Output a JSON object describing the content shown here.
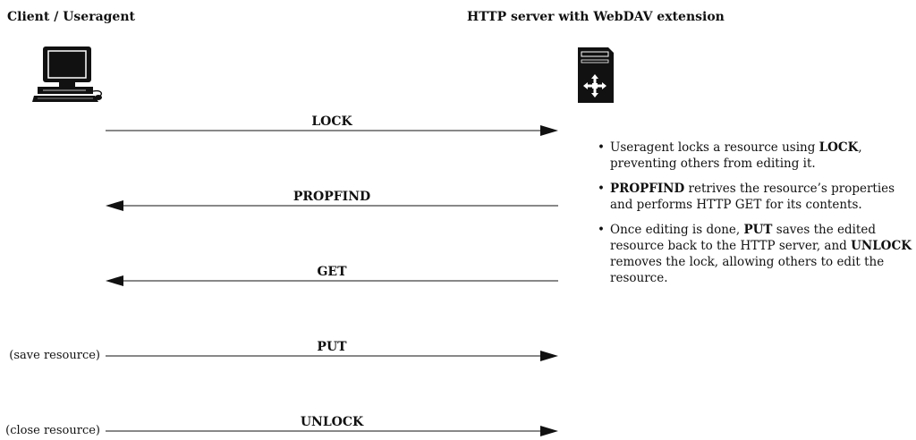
{
  "actors": {
    "client": "Client / Useragent",
    "server": "HTTP server with WebDAV extension"
  },
  "icons": {
    "client": "desktop-computer-icon",
    "server": "server-tower-icon"
  },
  "messages": [
    {
      "label": "LOCK",
      "direction": "client-to-server",
      "side_note": ""
    },
    {
      "label": "PROPFIND",
      "direction": "server-to-client",
      "side_note": ""
    },
    {
      "label": "GET",
      "direction": "server-to-client",
      "side_note": ""
    },
    {
      "label": "PUT",
      "direction": "client-to-server",
      "side_note": "(save resource)"
    },
    {
      "label": "UNLOCK",
      "direction": "client-to-server",
      "side_note": "(close resource)"
    }
  ],
  "notes": [
    {
      "parts": [
        {
          "text": "Useragent locks a resource using ",
          "bold": false
        },
        {
          "text": "LOCK",
          "bold": true
        },
        {
          "text": ", preventing others from editing it.",
          "bold": false
        }
      ]
    },
    {
      "parts": [
        {
          "text": "PROPFIND",
          "bold": true
        },
        {
          "text": " retrives the resource’s properties and performs HTTP GET for its contents.",
          "bold": false
        }
      ]
    },
    {
      "parts": [
        {
          "text": "Once editing is done, ",
          "bold": false
        },
        {
          "text": "PUT",
          "bold": true
        },
        {
          "text": " saves the edited resource back to the HTTP server, and ",
          "bold": false
        },
        {
          "text": "UNLOCK",
          "bold": true
        },
        {
          "text": " removes the lock, allowing others to edit the resource.",
          "bold": false
        }
      ]
    }
  ],
  "colors": {
    "ink": "#111111",
    "background": "#ffffff"
  }
}
